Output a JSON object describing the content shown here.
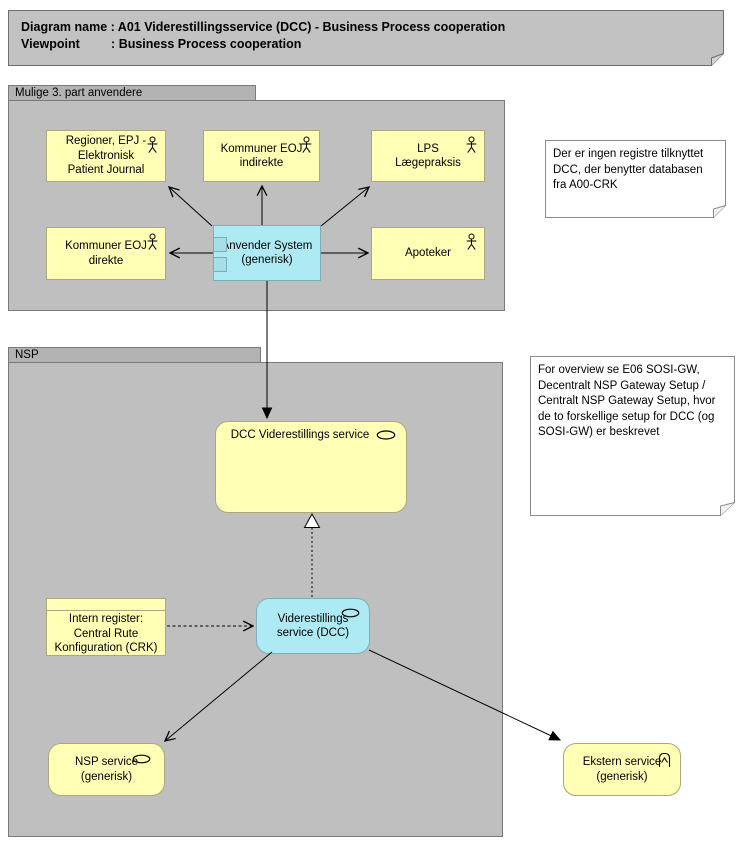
{
  "title_note": {
    "line1": "Diagram name : A01 Viderestillingsservice (DCC) - Business Process cooperation",
    "line2": "Viewpoint         : Business Process cooperation"
  },
  "groups": {
    "third_party": {
      "label": "Mulige 3. part anvendere"
    },
    "nsp": {
      "label": "NSP"
    }
  },
  "actors": {
    "regioner": {
      "label": "Regioner, EPJ -\nElektronisk\nPatient Journal"
    },
    "kommuner_indirekte": {
      "label": "Kommuner EOJ\nindirekte"
    },
    "lps": {
      "label": "LPS\nLægepraksis"
    },
    "kommuner_direkte": {
      "label": "Kommuner EOJ\ndirekte"
    },
    "apoteker": {
      "label": "Apoteker"
    }
  },
  "components": {
    "anvender_system": {
      "label": "Anvender System\n(generisk)"
    }
  },
  "services": {
    "dcc_viderestillings": {
      "label": "DCC Viderestillings service"
    },
    "viderestillings_dcc": {
      "label": "Viderestillings\nservice (DCC)"
    },
    "nsp_service": {
      "label": "NSP service\n(generisk)"
    },
    "ekstern_service": {
      "label": "Ekstern service\n(generisk)"
    }
  },
  "registers": {
    "intern_register": {
      "label": "Intern register:\nCentral Rute\nKonfiguration (CRK)"
    }
  },
  "notes": {
    "note_crk": {
      "text": "Der er ingen registre tilknyttet DCC, der benytter databasen fra A00-CRK"
    },
    "note_overview": {
      "text": "For overview se E06 SOSI-GW, Decentralt NSP Gateway Setup / Centralt NSP Gateway Setup, hvor de to forskellige setup for DCC (og SOSI-GW) er beskrevet"
    }
  },
  "colors": {
    "business_yellow": "#FFFFB5",
    "application_cyan": "#AEEAF4",
    "group_gray": "#BFBFBF",
    "tab_gray": "#B3B3B3",
    "note_white": "#FFFFFF",
    "line_black": "#000000"
  }
}
